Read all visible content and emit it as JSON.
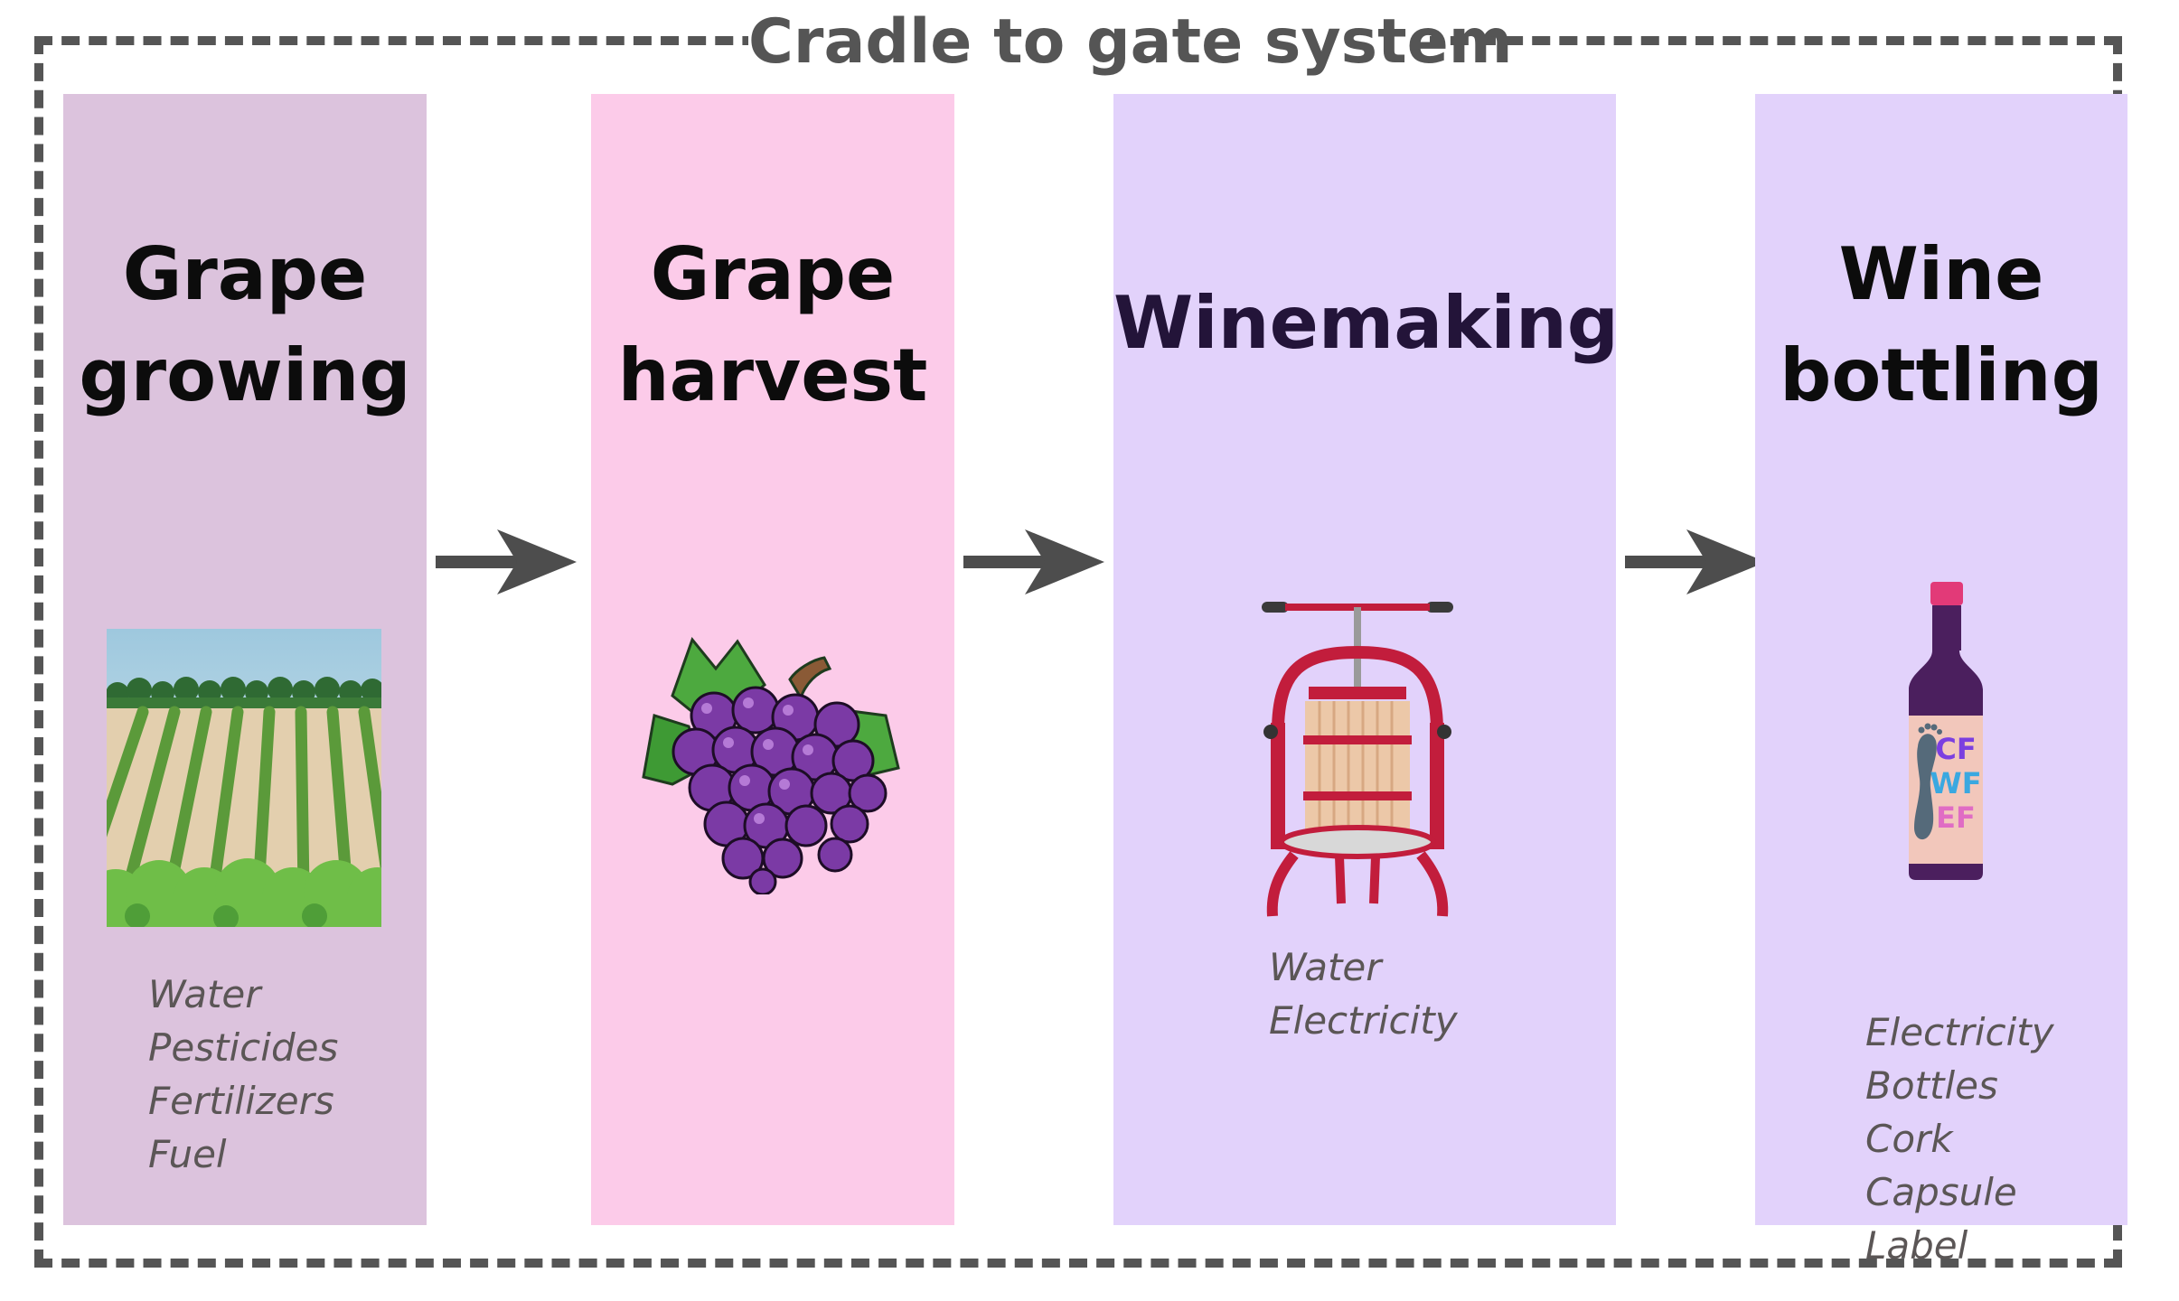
{
  "frame": {
    "title": "Cradle to gate system"
  },
  "stages": [
    {
      "title": "Grape\ngrowing",
      "color": "#dcc3dd",
      "inputs": [
        "Water",
        "Pesticides",
        "Fertilizers",
        "Fuel"
      ],
      "icon": "vineyard-field-icon"
    },
    {
      "title": "Grape\nharvest",
      "color": "#fccbe9",
      "inputs": [],
      "icon": "grape-bunch-icon"
    },
    {
      "title": "Winemaking",
      "color": "#e2d2fb",
      "inputs": [
        "Water",
        "Electricity"
      ],
      "icon": "wine-press-icon"
    },
    {
      "title": "Wine\nbottling",
      "color": "#e2d2fb",
      "inputs": [
        "Electricity",
        "Bottles",
        "Cork",
        "Capsule",
        "Label"
      ],
      "icon": "wine-bottle-icon"
    }
  ],
  "bottle_label": {
    "line1": "CF",
    "line2": "WF",
    "line3": "EF"
  },
  "colors": {
    "frame": "#555555",
    "arrow": "#4d4d4d",
    "winemaking_title": "#231439",
    "input_text": "#5b5656"
  }
}
